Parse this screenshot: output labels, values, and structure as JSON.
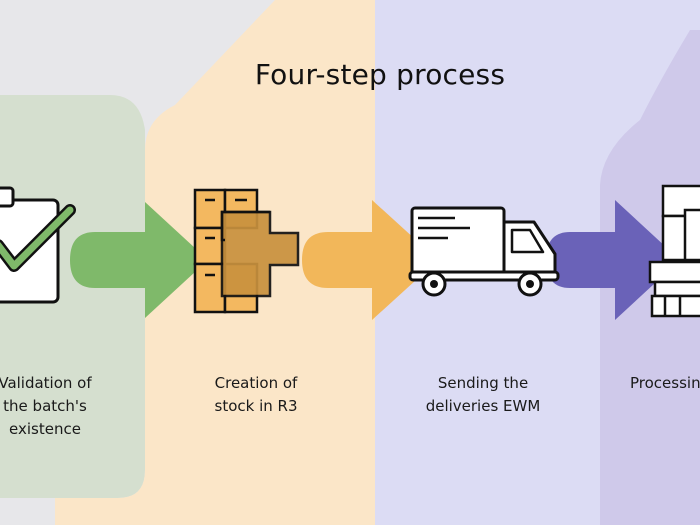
{
  "title": "Four-step process",
  "steps": [
    {
      "icon": "checklist-icon",
      "lines": [
        "Validation of",
        "the batch's",
        "existence"
      ],
      "color": "#7fb96a"
    },
    {
      "icon": "boxes-plus-icon",
      "lines": [
        "Creation of",
        "stock in R3"
      ],
      "color": "#f2b75a"
    },
    {
      "icon": "delivery-truck-icon",
      "lines": [
        "Sending the",
        "deliveries EWM"
      ],
      "color": "#6a62b8"
    },
    {
      "icon": "pallet-boxes-icon",
      "lines": [
        "Processing"
      ],
      "color": "#8a84c8"
    }
  ],
  "colors": {
    "green_panel": "#d4dfcd",
    "orange_panel": "#fbe6c9",
    "purple_panel": "#dadaf3"
  }
}
